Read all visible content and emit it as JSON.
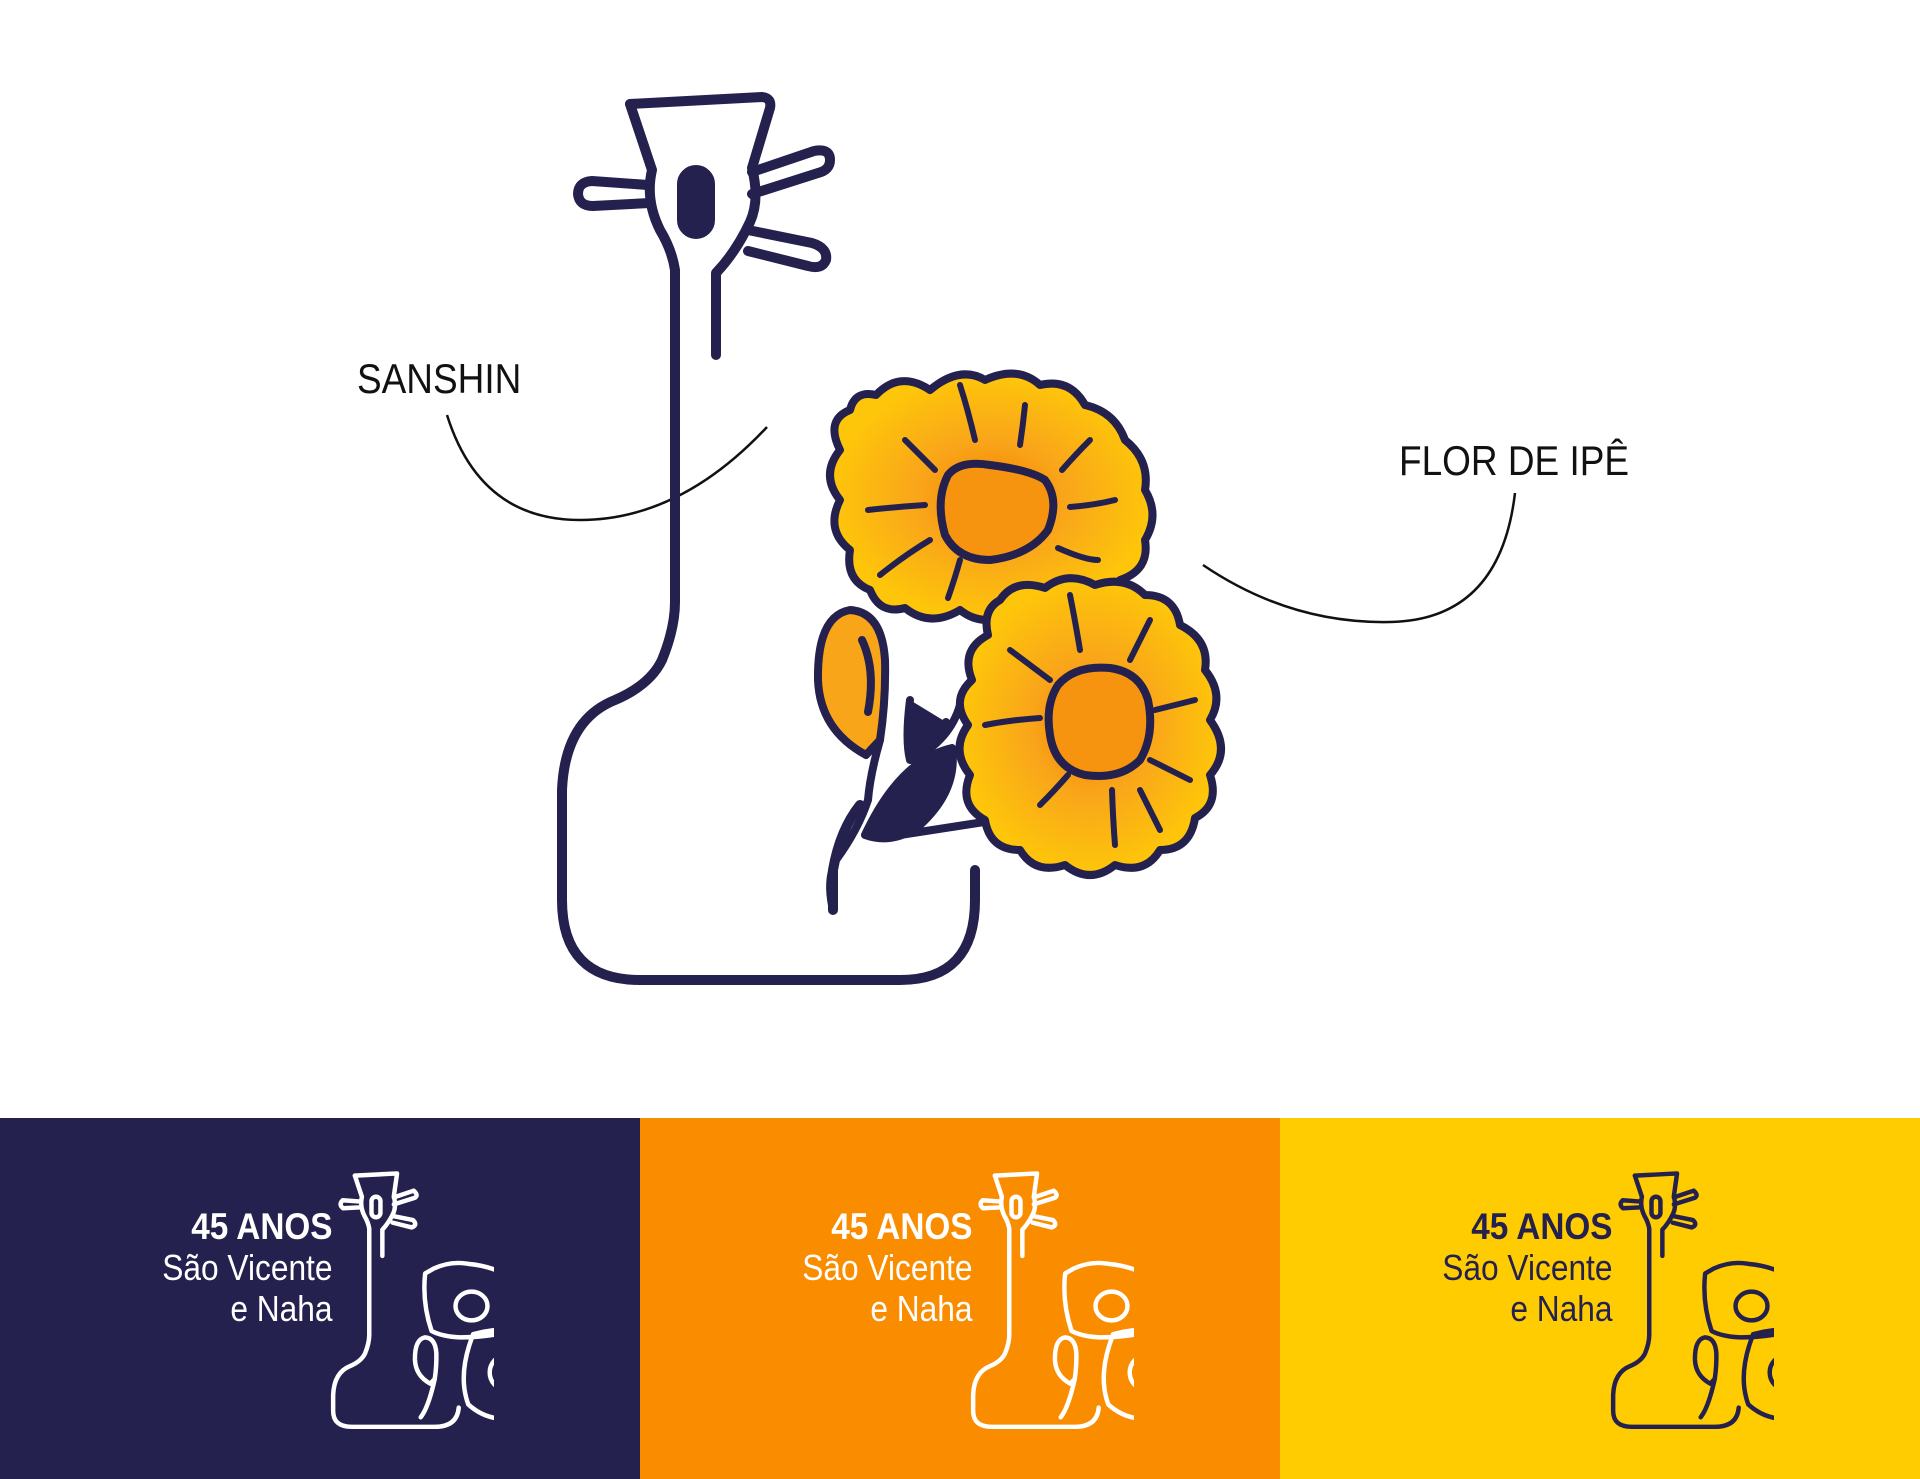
{
  "labels": {
    "sanshin": "SANSHIN",
    "flower": "FLOR DE IPÊ"
  },
  "colors": {
    "navy": "#25214e",
    "orange": "#fa8c00",
    "yellow": "#fecc00",
    "flower_fill": "#fec60a",
    "flower_center": "#f7940f",
    "white": "#ffffff"
  },
  "variants": [
    {
      "years": "45 ANOS",
      "line1": "São Vicente",
      "line2": "e Naha",
      "background": "#25214e",
      "foreground": "#ffffff"
    },
    {
      "years": "45 ANOS",
      "line1": "São Vicente",
      "line2": "e Naha",
      "background": "#fa8c00",
      "foreground": "#ffffff"
    },
    {
      "years": "45 ANOS",
      "line1": "São Vicente",
      "line2": "e Naha",
      "background": "#fecc00",
      "foreground": "#25214e"
    }
  ]
}
